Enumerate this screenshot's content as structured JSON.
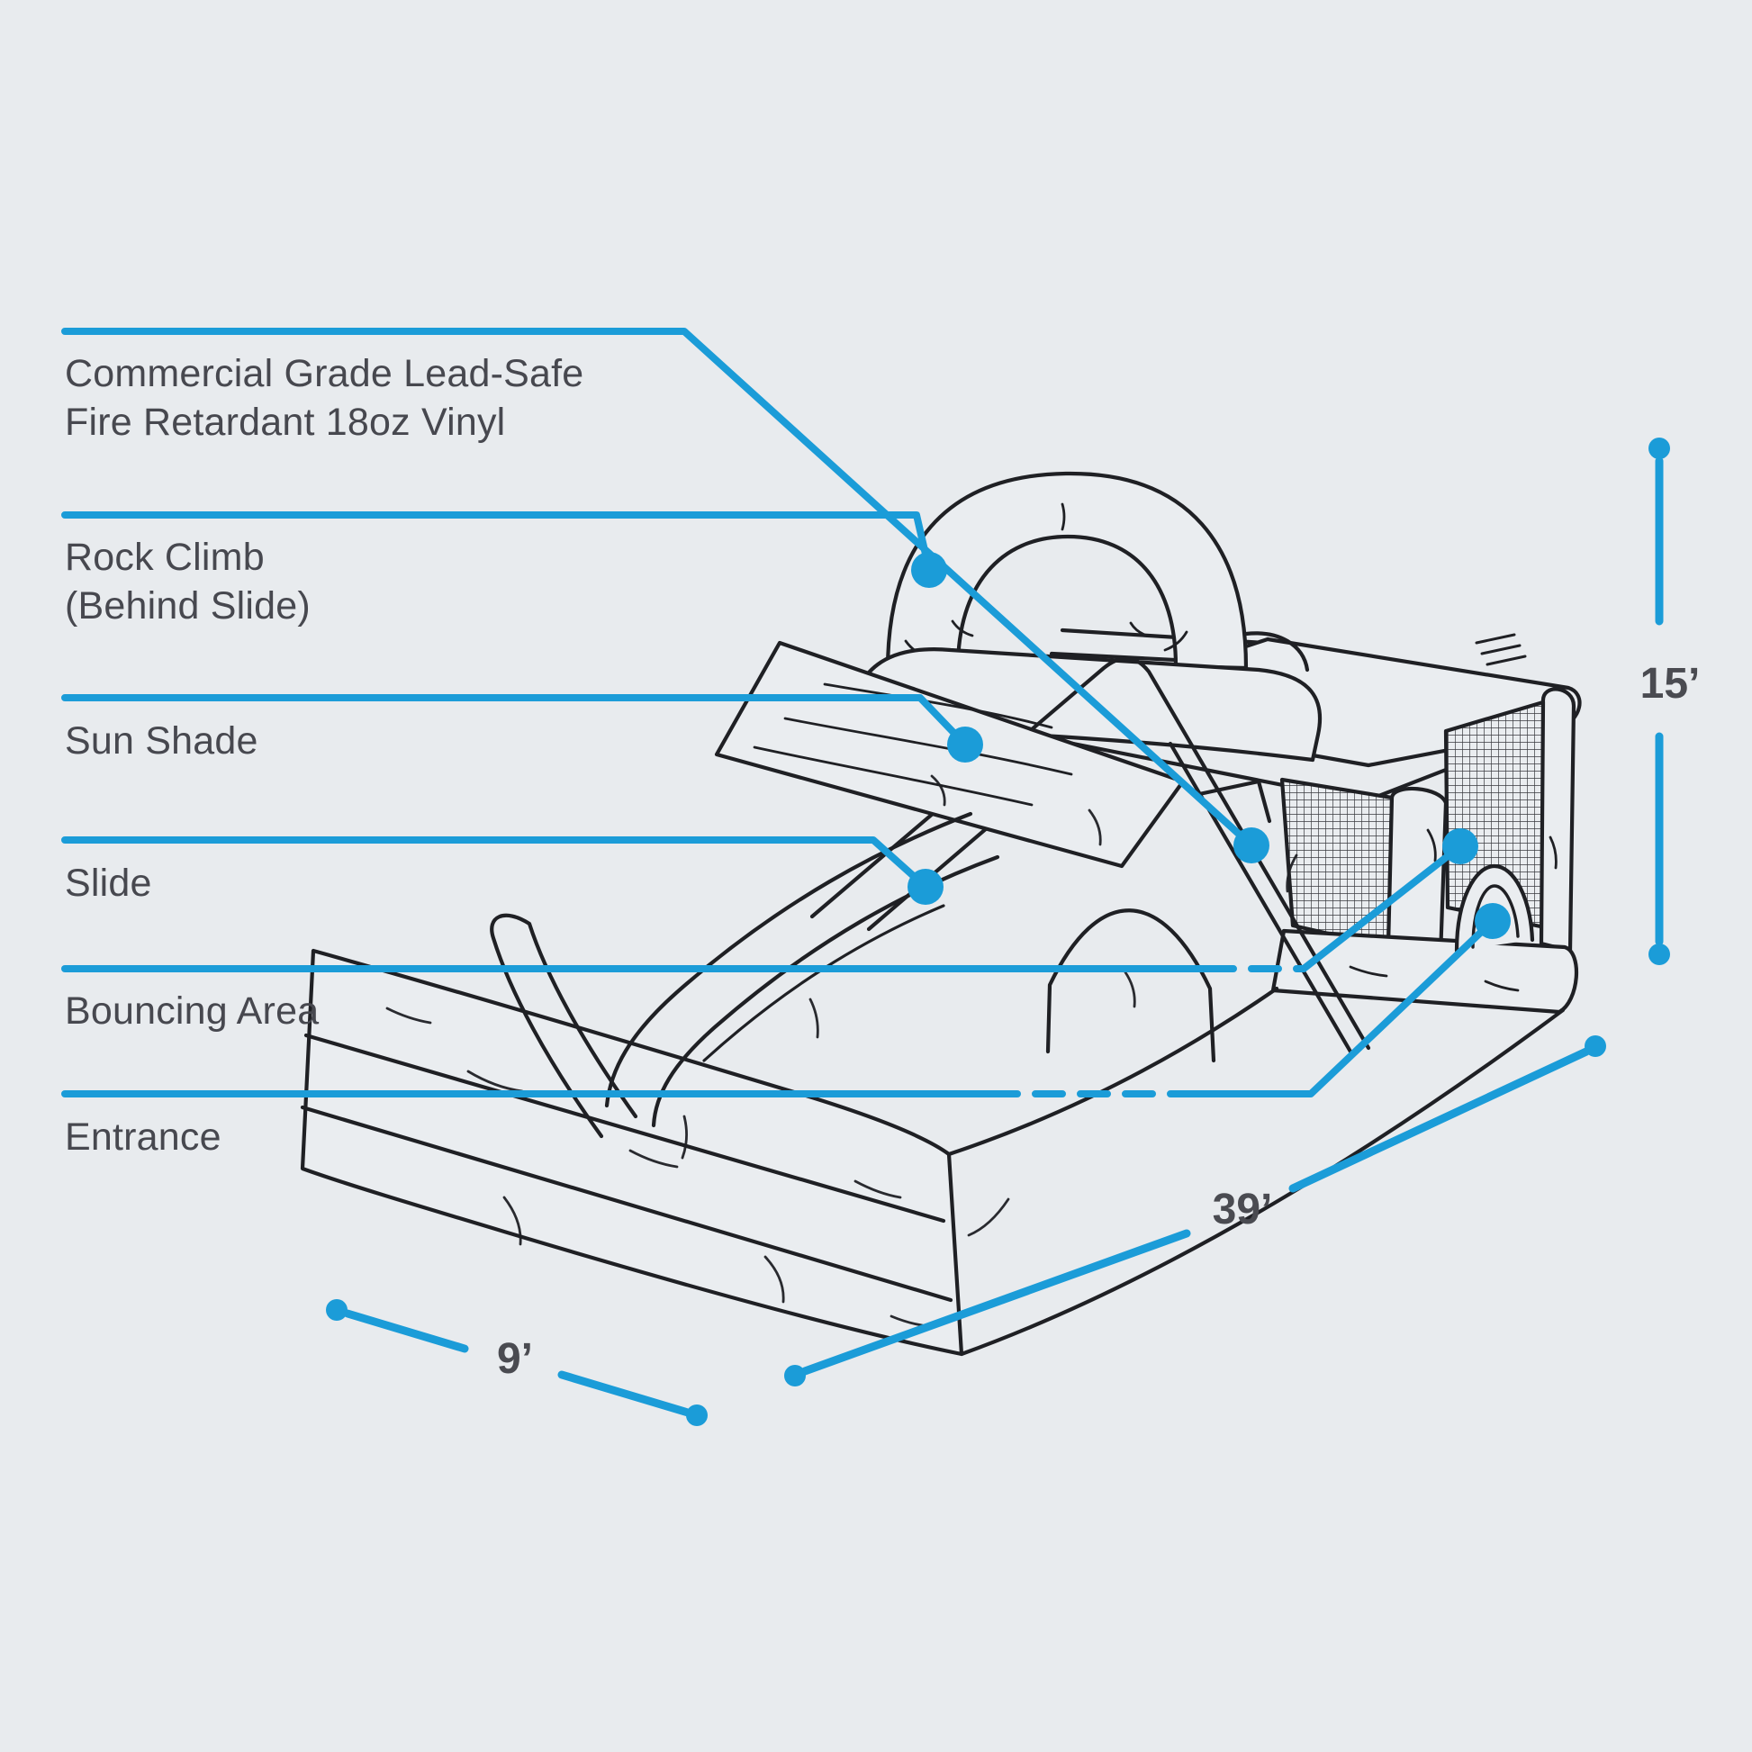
{
  "colors": {
    "background": "#e8ebee",
    "accent_blue": "#1b9cd8",
    "ink": "#1f2024",
    "label_text": "#47484f"
  },
  "callouts": [
    {
      "id": "vinyl",
      "lines": [
        "Commercial Grade Lead-Safe",
        "Fire Retardant 18oz Vinyl"
      ]
    },
    {
      "id": "rock-climb",
      "lines": [
        "Rock Climb",
        "(Behind Slide)"
      ]
    },
    {
      "id": "sun-shade",
      "lines": [
        "Sun Shade"
      ]
    },
    {
      "id": "slide",
      "lines": [
        "Slide"
      ]
    },
    {
      "id": "bouncing-area",
      "lines": [
        "Bouncing Area"
      ]
    },
    {
      "id": "entrance",
      "lines": [
        "Entrance"
      ]
    }
  ],
  "dimensions": {
    "height": "15’",
    "length": "39’",
    "width": "9’"
  }
}
